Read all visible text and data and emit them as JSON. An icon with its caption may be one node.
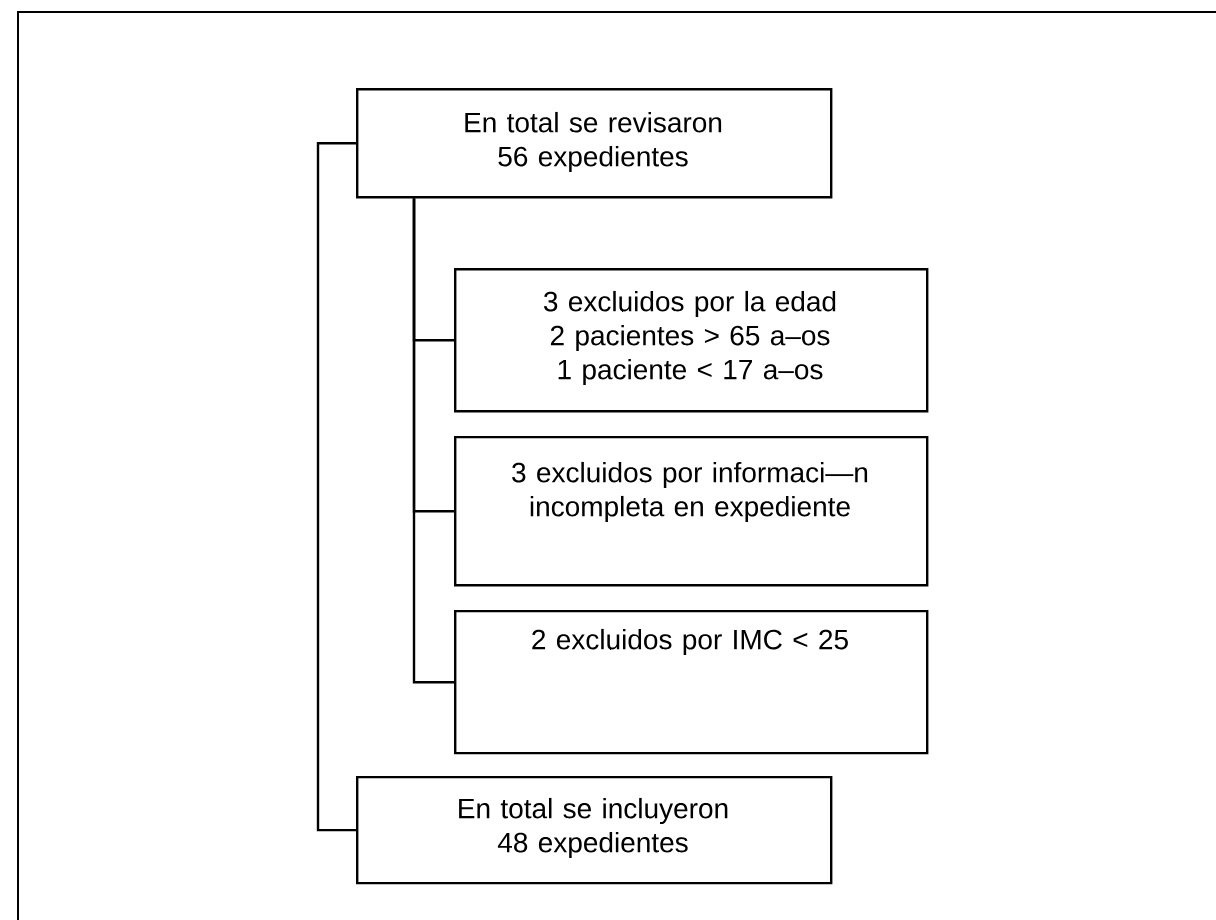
{
  "diagram": {
    "nodes": [
      {
        "text": [
          "En total se revisaron 56 expedientes"
        ]
      },
      {
        "text": [
          "3 excluidos por la edad",
          "2 pacientes > 65 a–os",
          "1 paciente < 17 a–os"
        ]
      },
      {
        "text": [
          "3 excluidos por informaci—n incompleta en expediente"
        ]
      },
      {
        "text": [
          "2 excluidos por IMC < 25"
        ]
      },
      {
        "text": [
          "En total se incluyeron 48 expedientes"
        ]
      }
    ],
    "edges": [
      {
        "from": 0,
        "to": 1,
        "arrow": "none"
      },
      {
        "from": 0,
        "to": 2,
        "arrow": "none"
      },
      {
        "from": 0,
        "to": 3,
        "arrow": "none"
      },
      {
        "from": 0,
        "to": 4,
        "arrow": "none"
      }
    ]
  }
}
